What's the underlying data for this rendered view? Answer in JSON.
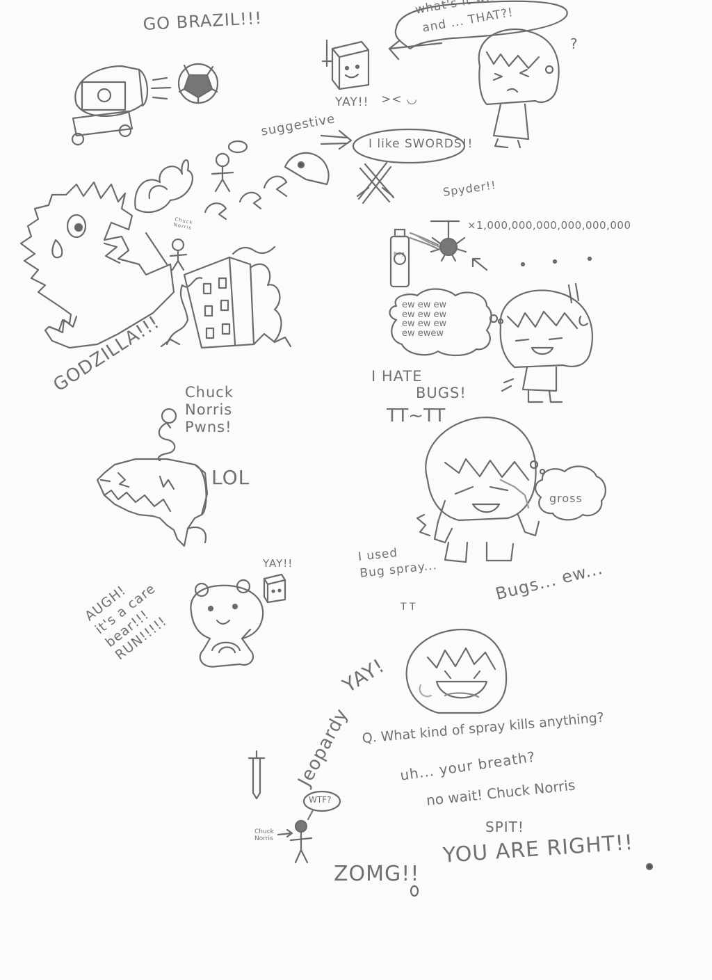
{
  "texts": {
    "go_brazil": "GO BRAZIL!!!",
    "whats_it_with_you": "what's it with you",
    "and_that": "and ... THAT?!",
    "question_mark": "?",
    "yay_cube": "YAY!!",
    "face_cube": ">< ◡",
    "suggestive": "suggestive",
    "i_like_swords": "I like SWORDS!!",
    "spyder": "Spyder!!",
    "multiplier": "×1,000,000,000,000,000,000",
    "chuck_norris_tiny": "Chuck\nNorris",
    "bug_can_label": "Bug",
    "godzilla": "GODZILLA!!!",
    "ew_cloud": "ew ew ew\new ew ew\new ew ew\new ewew",
    "i_hate": "I HATE",
    "bugs": "BUGS!",
    "crying_face": "TT~TT",
    "chuck_norris_pwns": "Chuck\nNorris\nPwns!",
    "lol": "LOL",
    "gross": "gross",
    "i_used_bug_spray": "I used\nBug spray...",
    "bugs_ew": "Bugs... ew...",
    "yay_bear_cube": "YAY!!",
    "care_bear": "AUGH!\nit's a care\nbear!!!\nRUN!!!!!",
    "tt_small": "T T",
    "yay_big": "YAY!",
    "jeopardy": "Jeopardy",
    "question": "Q. What kind of spray kills anything?",
    "uh_breath": "uh... your breath?",
    "no_wait": "no wait! Chuck Norris",
    "spit": "SPIT!",
    "wtf": "WTF?",
    "chuck_arrow": "Chuck\nNorris",
    "zomg": "ZOMG!!",
    "you_are_right": "YOU ARE RIGHT!!"
  }
}
